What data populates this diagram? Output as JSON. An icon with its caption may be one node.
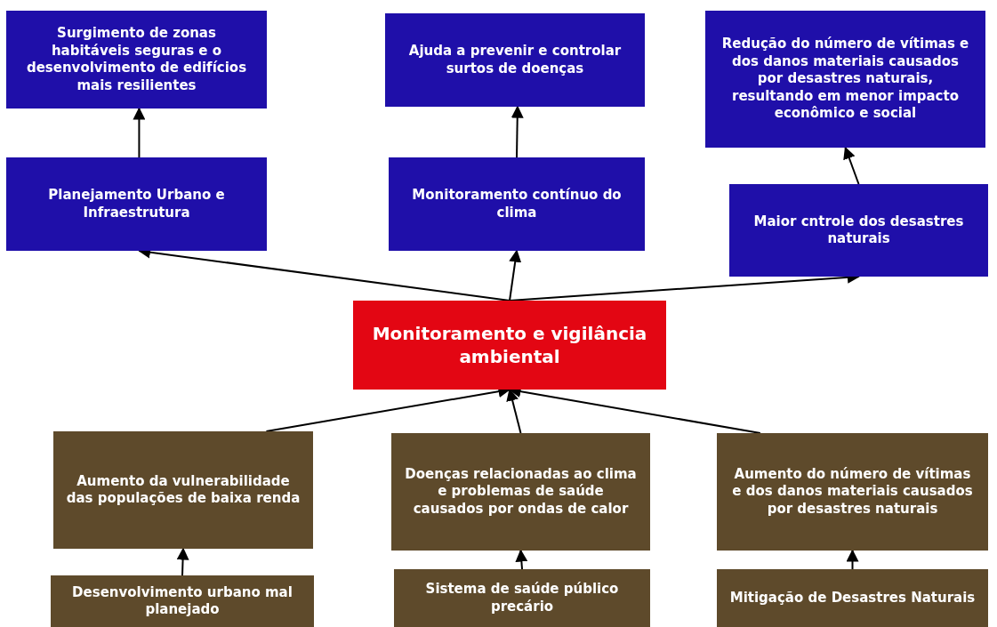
{
  "diagram": {
    "nodes": [
      {
        "text": [
          "Surgimento de zonas habitáveis seguras e o desenvolvimento de edifícios mais resilientes"
        ]
      },
      {
        "text": [
          "Planejamento Urbano e Infraestrutura"
        ]
      },
      {
        "text": [
          "Ajuda a prevenir e controlar surtos de doenças"
        ]
      },
      {
        "text": [
          "Monitoramento contínuo do clima"
        ]
      },
      {
        "text": [
          "Redução do número de vítimas e dos danos materiais causados por desastres naturais, resultando em menor impacto econômico e social"
        ]
      },
      {
        "text": [
          "Maior cntrole dos desastres naturais"
        ]
      },
      {
        "text": [
          "Monitoramento e vigilância ambiental"
        ]
      },
      {
        "text": [
          "Aumento da vulnerabilidade das populações de baixa renda"
        ]
      },
      {
        "text": [
          "Doenças relacionadas ao clima e problemas de saúde causados por ondas de calor"
        ]
      },
      {
        "text": [
          "Aumento do número de vítimas e dos danos materiais causados por desastres naturais"
        ]
      },
      {
        "text": [
          "Desenvolvimento urbano mal planejado"
        ]
      },
      {
        "text": [
          "Sistema de saúde público precário"
        ]
      },
      {
        "text": [
          "Mitigação de Desastres Naturais"
        ]
      }
    ],
    "edges": [
      {
        "from": 1,
        "to": 0,
        "arrow": "to"
      },
      {
        "from": 3,
        "to": 2,
        "arrow": "to"
      },
      {
        "from": 5,
        "to": 4,
        "arrow": "to"
      },
      {
        "from": 6,
        "to": 1,
        "arrow": "to"
      },
      {
        "from": 6,
        "to": 3,
        "arrow": "to"
      },
      {
        "from": 6,
        "to": 5,
        "arrow": "to"
      },
      {
        "from": 7,
        "to": 6,
        "arrow": "to"
      },
      {
        "from": 8,
        "to": 6,
        "arrow": "to"
      },
      {
        "from": 9,
        "to": 6,
        "arrow": "to"
      },
      {
        "from": 10,
        "to": 7,
        "arrow": "to"
      },
      {
        "from": 11,
        "to": 8,
        "arrow": "to"
      },
      {
        "from": 12,
        "to": 9,
        "arrow": "to"
      }
    ]
  }
}
